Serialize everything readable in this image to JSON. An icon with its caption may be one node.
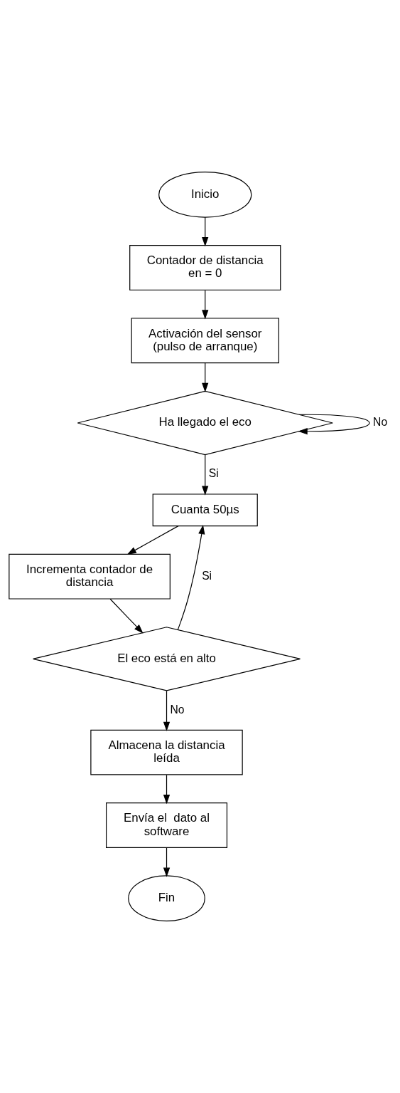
{
  "diagram": {
    "nodes": [
      {
        "text": [
          "Inicio"
        ]
      },
      {
        "text": [
          "Contador de distancia en = 0"
        ]
      },
      {
        "text": [
          "Activación del sensor (pulso de arranque)"
        ]
      },
      {
        "text": [
          "Ha llegado el eco"
        ]
      },
      {
        "text": [
          "Cuanta 50µs"
        ]
      },
      {
        "text": [
          "Incrementa contador de distancia"
        ]
      },
      {
        "text": [
          "El eco está en alto"
        ]
      },
      {
        "text": [
          "Almacena la distancia leída"
        ]
      },
      {
        "text": [
          "Envía el  dato al software"
        ]
      },
      {
        "text": [
          "Fin"
        ]
      }
    ],
    "edges": [
      {
        "from": 0,
        "to": 1,
        "arrow": "to"
      },
      {
        "from": 1,
        "to": 2,
        "arrow": "to"
      },
      {
        "from": 2,
        "to": 3,
        "arrow": "to"
      },
      {
        "from": 3,
        "to": 3,
        "arrow": "to",
        "label": "No"
      },
      {
        "from": 3,
        "to": 4,
        "arrow": "to",
        "label": "Si"
      },
      {
        "from": 4,
        "to": 5,
        "arrow": "to"
      },
      {
        "from": 5,
        "to": 6,
        "arrow": "to"
      },
      {
        "from": 6,
        "to": 4,
        "arrow": "to",
        "label": "Si"
      },
      {
        "from": 6,
        "to": 7,
        "arrow": "to",
        "label": "No"
      },
      {
        "from": 7,
        "to": 8,
        "arrow": "to"
      },
      {
        "from": 8,
        "to": 9,
        "arrow": "to"
      }
    ]
  }
}
